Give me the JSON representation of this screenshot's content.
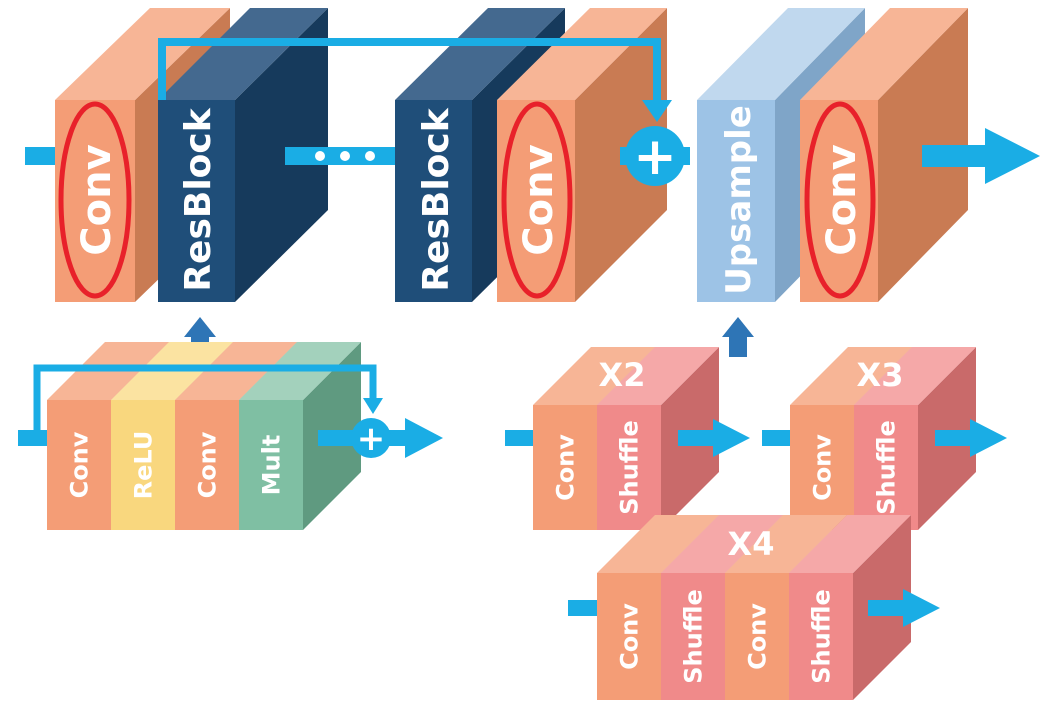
{
  "colors": {
    "conv_front": "#F49D76",
    "conv_side": "#C97B53",
    "conv_top": "#F7B596",
    "resblock_front": "#1F4E79",
    "resblock_side": "#163A5C",
    "resblock_top": "#44698F",
    "upsample_front": "#9DC3E6",
    "upsample_side": "#7FA5C8",
    "upsample_top": "#C0D8EE",
    "relu_front": "#F9D77E",
    "relu_side": "#D6B560",
    "relu_top": "#FBE3A1",
    "mult_front": "#7FBFA3",
    "mult_side": "#5F9A80",
    "mult_top": "#A3D1BC",
    "shuffle_front": "#F08A8A",
    "shuffle_side": "#C96A6A",
    "shuffle_top": "#F5A8A8",
    "arrow": "#1AADE5",
    "arrow_dark": "#2E75B6",
    "highlight": "#E8212A"
  },
  "main": {
    "conv1": "Conv",
    "resblock1": "ResBlock",
    "ellipsis_dots": 3,
    "resblock2": "ResBlock",
    "conv2": "Conv",
    "plus": "+",
    "upsample": "Upsample",
    "conv3": "Conv"
  },
  "resblock_detail": {
    "blocks": [
      "Conv",
      "ReLU",
      "Conv",
      "Mult"
    ],
    "plus": "+"
  },
  "upsample_x2": {
    "scale": "X2",
    "blocks": [
      "Conv",
      "Shuffle"
    ]
  },
  "upsample_x3": {
    "scale": "X3",
    "blocks": [
      "Conv",
      "Shuffle"
    ]
  },
  "upsample_x4": {
    "scale": "X4",
    "blocks": [
      "Conv",
      "Shuffle",
      "Conv",
      "Shuffle"
    ]
  }
}
